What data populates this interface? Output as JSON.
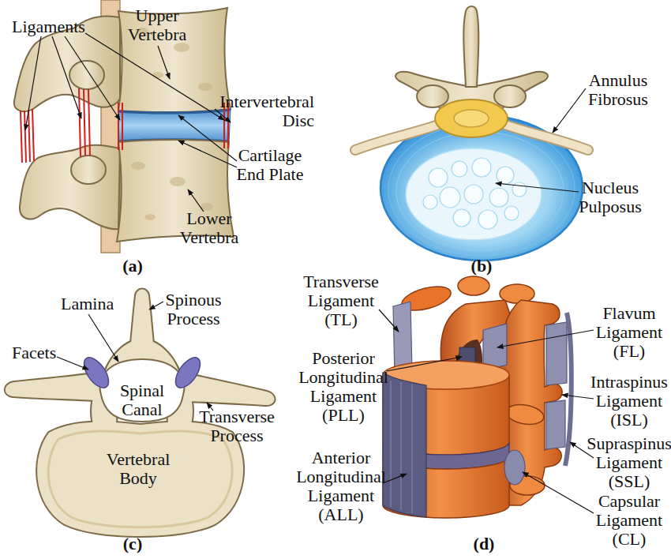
{
  "diagram": {
    "labels": [
      "Ligaments",
      "Upper Vertebra",
      "Intervertebral Disc",
      "Cartilage End Plate",
      "Lower Vertebra",
      "(a)",
      "Annulus Fibrosus",
      "Nucleus Pulposus",
      "(b)",
      "Lamina",
      "Spinous Process",
      "Facets",
      "Spinal Canal",
      "Transverse Process",
      "Vertebral Body",
      "(c)",
      "Transverse Ligament (TL)",
      "Flavum Ligament (FL)",
      "Posterior Longitudinal Ligament (PLL)",
      "Intraspinus Ligament (ISL)",
      "Supraspinus Ligament (SSL)",
      "Anterior Longitudinal Ligament (ALL)",
      "Capsular Ligament (CL)",
      "(d)"
    ]
  }
}
